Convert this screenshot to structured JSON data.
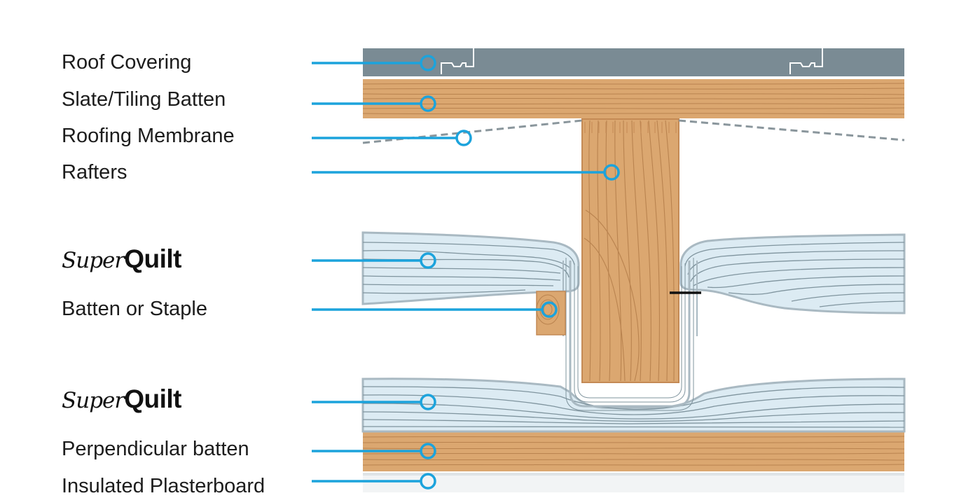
{
  "labels": {
    "roof_covering": "Roof Covering",
    "tiling_batten": "Slate/Tiling Batten",
    "roofing_membrane": "Roofing Membrane",
    "rafters": "Rafters",
    "superquilt_upper": {
      "super": "Super",
      "quilt": "Quilt"
    },
    "batten_or_staple": "Batten or Staple",
    "superquilt_lower": {
      "super": "Super",
      "quilt": "Quilt"
    },
    "perpendicular_batten": "Perpendicular batten",
    "insulated_plasterboard": "Insulated Plasterboard"
  },
  "colors": {
    "leader": "#1ca3dc",
    "roof_covering": "#7a8b94",
    "timber": "#dba770",
    "timber_grain": "#b9834f",
    "insulation": "#dcebf3",
    "insulation_lines": "#7f949e",
    "foil": "#a9b9c2",
    "membrane": "#8a969c",
    "text": "#1c1c1c"
  }
}
